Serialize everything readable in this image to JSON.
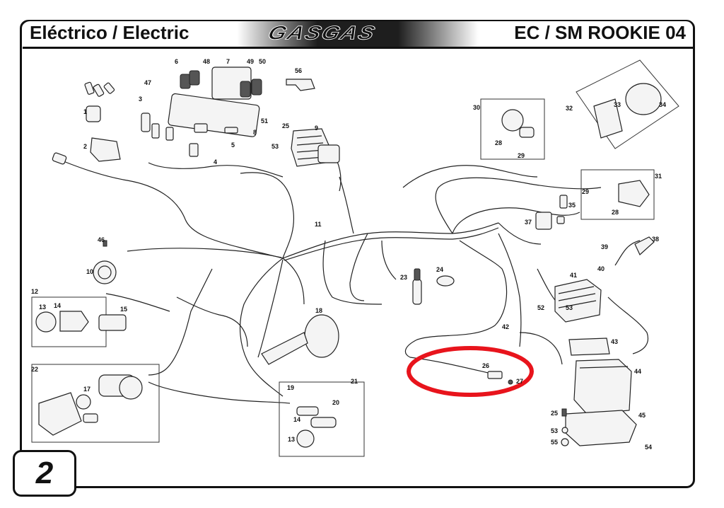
{
  "header": {
    "title_left": "Eléctrico / Electric",
    "brand": "GASGAS",
    "title_right": "EC / SM ROOKIE 04"
  },
  "page_number": "2",
  "highlight": {
    "color": "#e8141c",
    "target_callout": "26"
  },
  "callouts": [
    {
      "id": "c1",
      "label": "1"
    },
    {
      "id": "c2",
      "label": "2"
    },
    {
      "id": "c3",
      "label": "3"
    },
    {
      "id": "c4",
      "label": "4"
    },
    {
      "id": "c5",
      "label": "5"
    },
    {
      "id": "c6",
      "label": "6"
    },
    {
      "id": "c7",
      "label": "7"
    },
    {
      "id": "c8",
      "label": "8"
    },
    {
      "id": "c9",
      "label": "9"
    },
    {
      "id": "c10",
      "label": "10"
    },
    {
      "id": "c11",
      "label": "11"
    },
    {
      "id": "c12",
      "label": "12"
    },
    {
      "id": "c13a",
      "label": "13"
    },
    {
      "id": "c13b",
      "label": "13"
    },
    {
      "id": "c14a",
      "label": "14"
    },
    {
      "id": "c14b",
      "label": "14"
    },
    {
      "id": "c15",
      "label": "15"
    },
    {
      "id": "c17",
      "label": "17"
    },
    {
      "id": "c18",
      "label": "18"
    },
    {
      "id": "c19",
      "label": "19"
    },
    {
      "id": "c20",
      "label": "20"
    },
    {
      "id": "c21",
      "label": "21"
    },
    {
      "id": "c22",
      "label": "22"
    },
    {
      "id": "c23",
      "label": "23"
    },
    {
      "id": "c24",
      "label": "24"
    },
    {
      "id": "c25a",
      "label": "25"
    },
    {
      "id": "c25b",
      "label": "25"
    },
    {
      "id": "c26",
      "label": "26"
    },
    {
      "id": "c27",
      "label": "27"
    },
    {
      "id": "c28a",
      "label": "28"
    },
    {
      "id": "c28b",
      "label": "28"
    },
    {
      "id": "c29a",
      "label": "29"
    },
    {
      "id": "c29b",
      "label": "29"
    },
    {
      "id": "c30",
      "label": "30"
    },
    {
      "id": "c31",
      "label": "31"
    },
    {
      "id": "c32",
      "label": "32"
    },
    {
      "id": "c33",
      "label": "33"
    },
    {
      "id": "c34",
      "label": "34"
    },
    {
      "id": "c35",
      "label": "35"
    },
    {
      "id": "c37",
      "label": "37"
    },
    {
      "id": "c38",
      "label": "38"
    },
    {
      "id": "c39",
      "label": "39"
    },
    {
      "id": "c40",
      "label": "40"
    },
    {
      "id": "c41",
      "label": "41"
    },
    {
      "id": "c42",
      "label": "42"
    },
    {
      "id": "c43",
      "label": "43"
    },
    {
      "id": "c44",
      "label": "44"
    },
    {
      "id": "c45",
      "label": "45"
    },
    {
      "id": "c46",
      "label": "46"
    },
    {
      "id": "c47",
      "label": "47"
    },
    {
      "id": "c48",
      "label": "48"
    },
    {
      "id": "c49",
      "label": "49"
    },
    {
      "id": "c50",
      "label": "50"
    },
    {
      "id": "c51",
      "label": "51"
    },
    {
      "id": "c52",
      "label": "52"
    },
    {
      "id": "c53a",
      "label": "53"
    },
    {
      "id": "c53b",
      "label": "53"
    },
    {
      "id": "c53c",
      "label": "53"
    },
    {
      "id": "c54",
      "label": "54"
    },
    {
      "id": "c55",
      "label": "55"
    },
    {
      "id": "c56",
      "label": "56"
    }
  ]
}
